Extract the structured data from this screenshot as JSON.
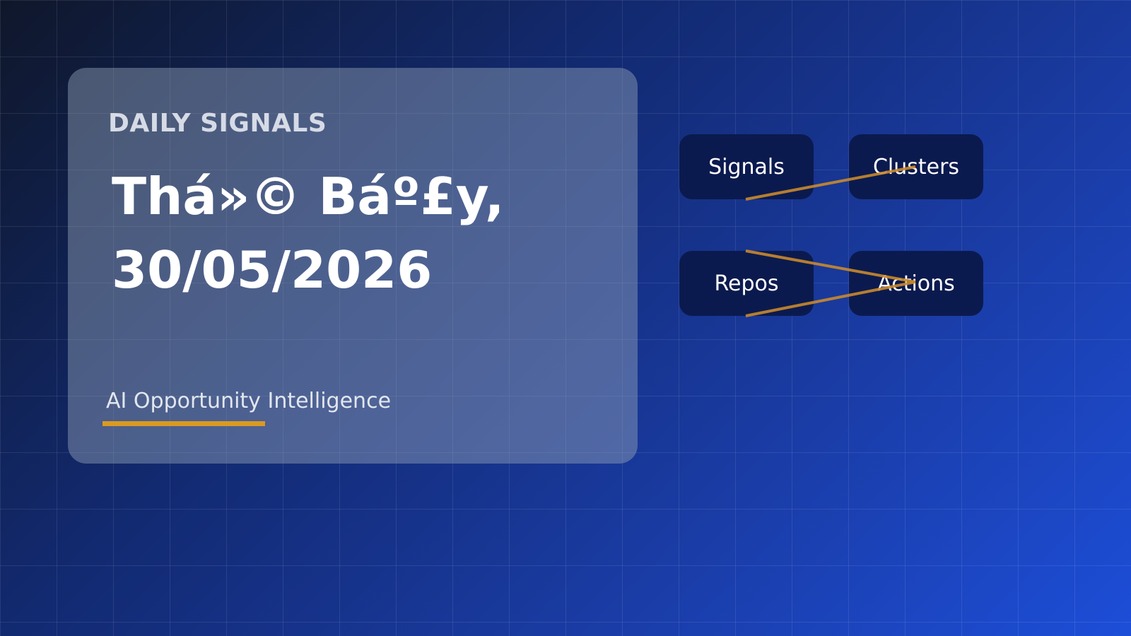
{
  "slide": {
    "kicker": "DAILY SIGNALS",
    "date_line_1": "Thá»© Báº£y,",
    "date_line_2": "30/05/2026",
    "brand": "AI Opportunity Intelligence"
  },
  "flow": {
    "nodes": {
      "signals": "Signals",
      "clusters": "Clusters",
      "repos": "Repos",
      "actions": "Actions"
    },
    "edges": [
      [
        "signals",
        "clusters"
      ],
      [
        "repos",
        "actions"
      ],
      [
        "repos",
        "actions"
      ]
    ]
  },
  "colors": {
    "background_start": "#0f172a",
    "background_end": "#1d4ed8",
    "accent": "#d99a22",
    "node_fill": "#0b1a4e"
  }
}
